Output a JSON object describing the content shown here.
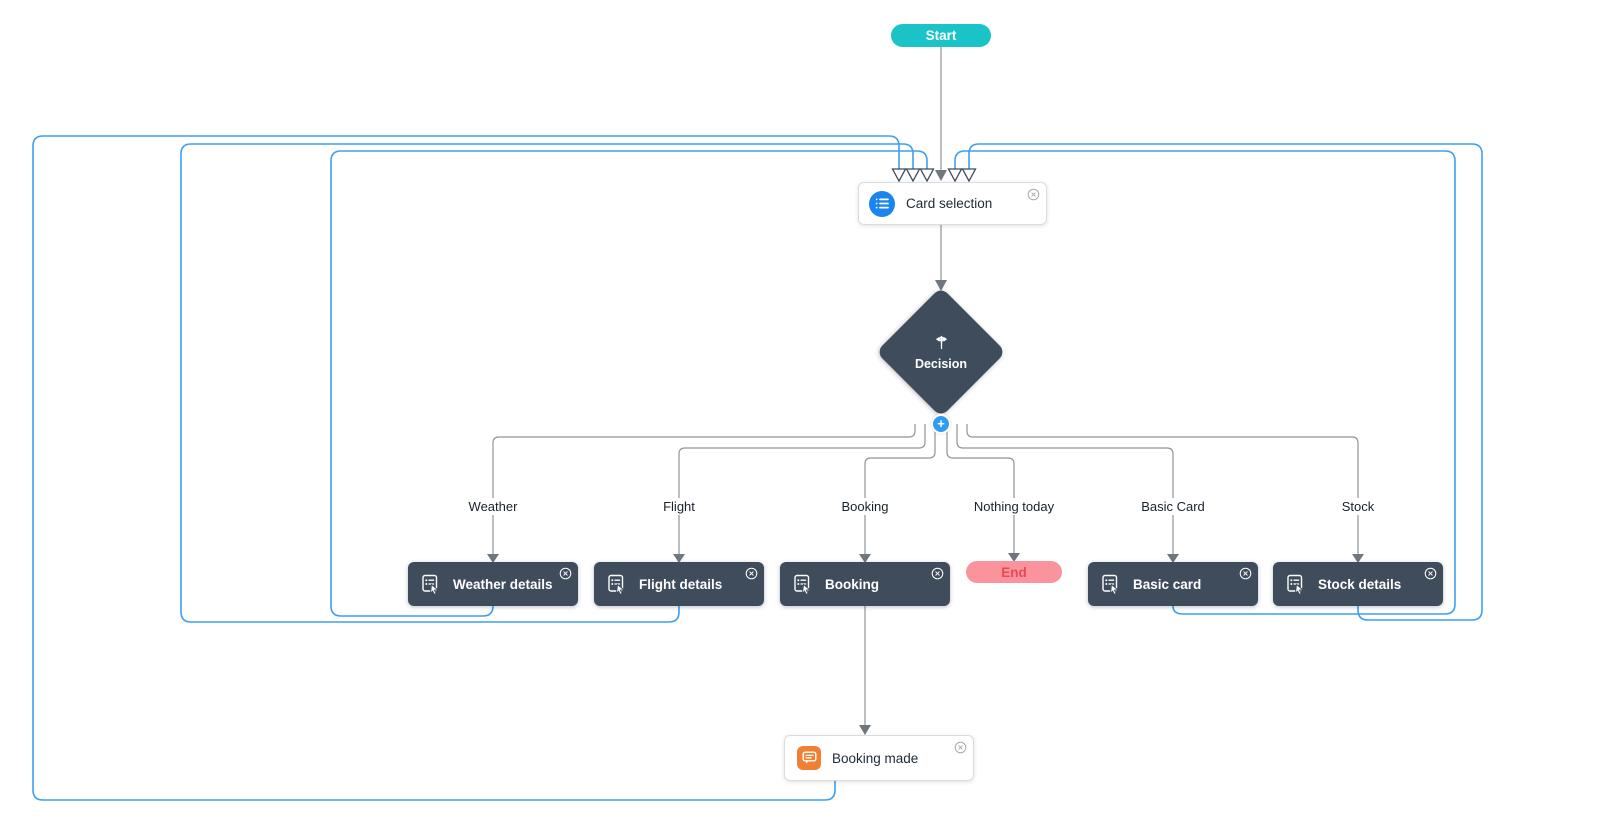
{
  "diagram": {
    "type": "flow",
    "start": {
      "label": "Start"
    },
    "card_selection": {
      "label": "Card selection",
      "icon": "list-icon",
      "icon_bg": "#1a85ee"
    },
    "decision": {
      "label": "Decision",
      "icon": "split-arrows-icon"
    },
    "branches": [
      {
        "label": "Weather"
      },
      {
        "label": "Flight"
      },
      {
        "label": "Booking"
      },
      {
        "label": "Nothing today"
      },
      {
        "label": "Basic Card"
      },
      {
        "label": "Stock"
      }
    ],
    "action_nodes": [
      {
        "label": "Weather details",
        "icon": "adaptive-card-icon"
      },
      {
        "label": "Flight details",
        "icon": "adaptive-card-icon"
      },
      {
        "label": "Booking",
        "icon": "adaptive-card-icon"
      },
      {
        "label": "Basic card",
        "icon": "adaptive-card-icon"
      },
      {
        "label": "Stock details",
        "icon": "adaptive-card-icon"
      }
    ],
    "end": {
      "label": "End"
    },
    "booking_made": {
      "label": "Booking made",
      "icon": "chat-message-icon",
      "icon_bg": "#f08033"
    },
    "controls": {
      "add_label": "+",
      "close_icon": "close-circle-icon"
    },
    "loop_edges": [
      "weather-details-to-card-selection",
      "flight-details-to-card-selection",
      "booking-made-to-card-selection",
      "basic-card-to-card-selection",
      "stock-details-to-card-selection"
    ],
    "colors": {
      "start_bg": "#19c3c8",
      "end_bg": "#fb939c",
      "end_text": "#e94a57",
      "node_dark_bg": "#3f4c5b",
      "node_white_border": "#dadcdf",
      "flow_edge": "#8e9399",
      "loop_edge": "#3d9ff2",
      "plus_bg": "#2f9bf2",
      "card_icon_bg": "#1a85ee",
      "chat_icon_bg": "#f08033"
    }
  }
}
